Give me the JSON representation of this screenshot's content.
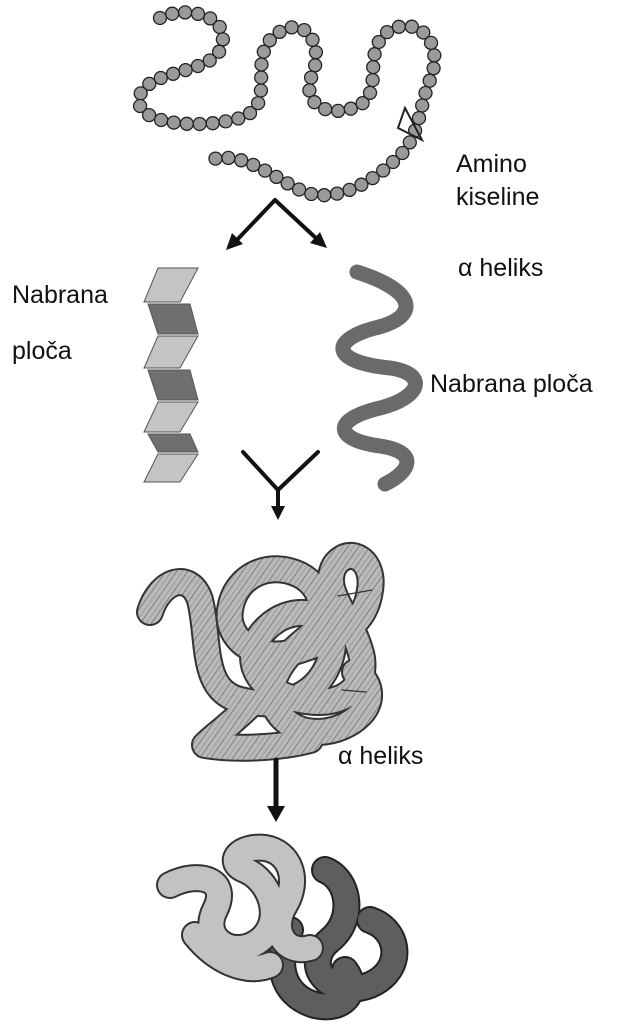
{
  "labels": {
    "amino_line1": "Amino",
    "amino_line2": "kiseline",
    "alpha_helix_top": "α heliks",
    "pleated_left_line1": "Nabrana",
    "pleated_left_line2": "ploča",
    "pleated_right": "Nabrana ploča",
    "alpha_helix_lower": "α heliks"
  },
  "colors": {
    "bead_fill": "#9a9a9a",
    "strand_light": "#c4c4c4",
    "strand_dark": "#6f6f6f",
    "helix": "#6a6a6a",
    "fold_fill": "#b9b9b9",
    "quaternary_light": "#c2c2c2",
    "quaternary_dark": "#5e5e5e",
    "ink": "#222222"
  },
  "stages": [
    "primary-structure",
    "secondary-structure",
    "tertiary-structure",
    "quaternary-structure"
  ]
}
